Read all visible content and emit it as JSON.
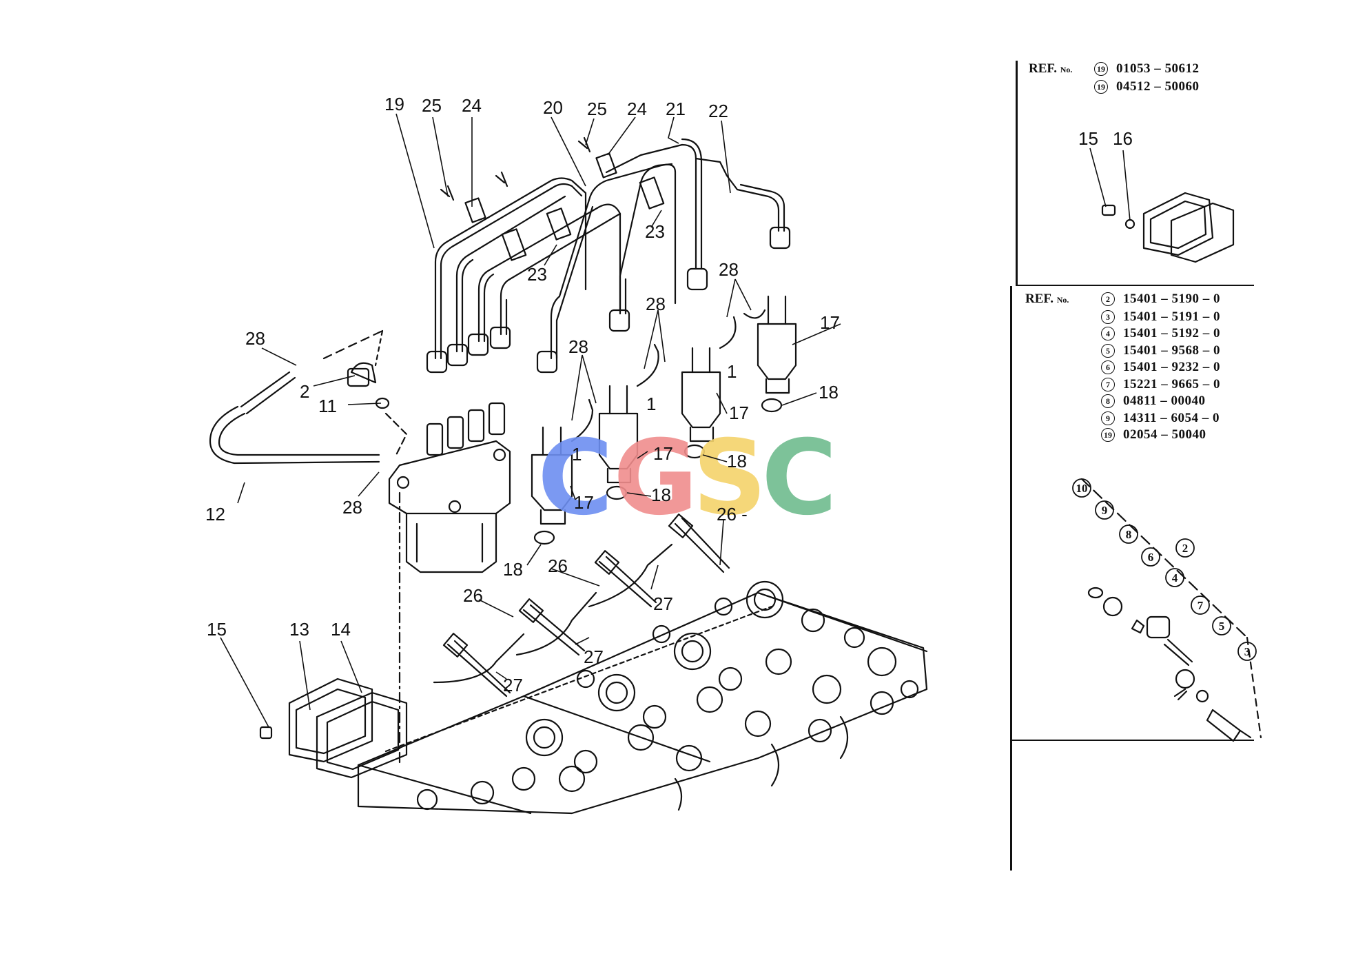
{
  "colors": {
    "ink": "#111111",
    "wm_c1": "#6d8ff1",
    "wm_g": "#f08d8d",
    "wm_s": "#f5d36b",
    "wm_c2": "#6fbc8e"
  },
  "watermark": {
    "letters": [
      "C",
      "G",
      "S",
      "C"
    ]
  },
  "main_callouts": {
    "c19": "19",
    "c25a": "25",
    "c24a": "24",
    "c20": "20",
    "c25b": "25",
    "c24b": "24",
    "c21": "21",
    "c22": "22",
    "c23a": "23",
    "c23b": "23",
    "c28a": "28",
    "c28b": "28",
    "c28c": "28",
    "c28d": "28",
    "c28e": "28",
    "c17a": "17",
    "c17b": "17",
    "c17c": "17",
    "c17d": "17",
    "c18a": "18",
    "c18b": "18",
    "c18c": "18",
    "c18d": "18",
    "c1a": "1",
    "c1b": "1",
    "c1c": "1",
    "c2": "2",
    "c11": "11",
    "c12": "12",
    "c26a": "26 -",
    "c26b": "26",
    "c26c": "26",
    "c27a": "27",
    "c27b": "27",
    "c27c": "27",
    "c15": "15",
    "c13": "13",
    "c14": "14"
  },
  "ref_panel_top": {
    "label": "REF.",
    "label_no": "No.",
    "rows": [
      {
        "num": "19",
        "code": "01053 – 50612"
      },
      {
        "num": "19",
        "code": "04512 – 50060"
      }
    ],
    "callouts": {
      "c15": "15",
      "c16": "16"
    }
  },
  "ref_panel_middle": {
    "label": "REF.",
    "label_no": "No.",
    "rows": [
      {
        "num": "2",
        "code": "15401 – 5190 – 0"
      },
      {
        "num": "3",
        "code": "15401 – 5191 – 0"
      },
      {
        "num": "4",
        "code": "15401 – 5192 – 0"
      },
      {
        "num": "5",
        "code": "15401 – 9568 – 0"
      },
      {
        "num": "6",
        "code": "15401 – 9232 – 0"
      },
      {
        "num": "7",
        "code": "15221 – 9665 – 0"
      },
      {
        "num": "8",
        "code": "04811 – 00040"
      },
      {
        "num": "9",
        "code": "14311 – 6054 – 0"
      },
      {
        "num": "19",
        "code": "02054 – 50040"
      }
    ],
    "exploded_callouts": {
      "c10": "10",
      "c9": "9",
      "c8": "8",
      "c6": "6",
      "c2": "2",
      "c4": "4",
      "c7": "7",
      "c5": "5",
      "c3": "3"
    }
  }
}
